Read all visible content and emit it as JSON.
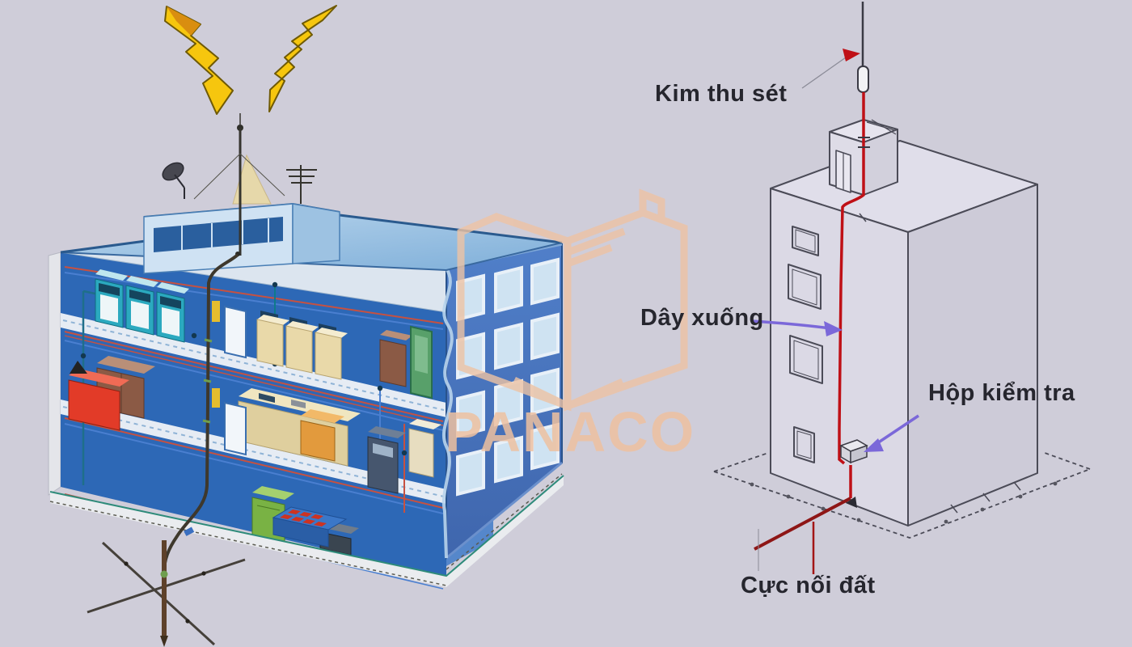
{
  "page": {
    "background": "#cfcdd9"
  },
  "watermark": {
    "text": "PANACO",
    "color": "#eec1a0"
  },
  "left_diagram": {
    "name": "building-lightning-protection-cutaway",
    "colors": {
      "building_face": "#4a74c2",
      "interior_wall": "#2d68b6",
      "roof": "#8fb8dd",
      "lightning_bolt": "#f6c60e",
      "down_conductor": "#3e382c",
      "wire_red": "#c75140",
      "wire_blue": "#4a7fd0",
      "ground_slab_edge": "#2e8b7a"
    }
  },
  "right_diagram": {
    "name": "lightning-protection-schematic",
    "labels": {
      "air_terminal": "Kim thu sét",
      "down_conductor": "Dây xuống",
      "test_box": "Hộp kiểm tra",
      "ground_electrode": "Cực nối đất"
    },
    "colors": {
      "outline": "#4b4b57",
      "conductor_red": "#bf1016",
      "ground_red": "#8e1616",
      "arrow_purple": "#7b68d9",
      "text": "#26262e"
    }
  }
}
